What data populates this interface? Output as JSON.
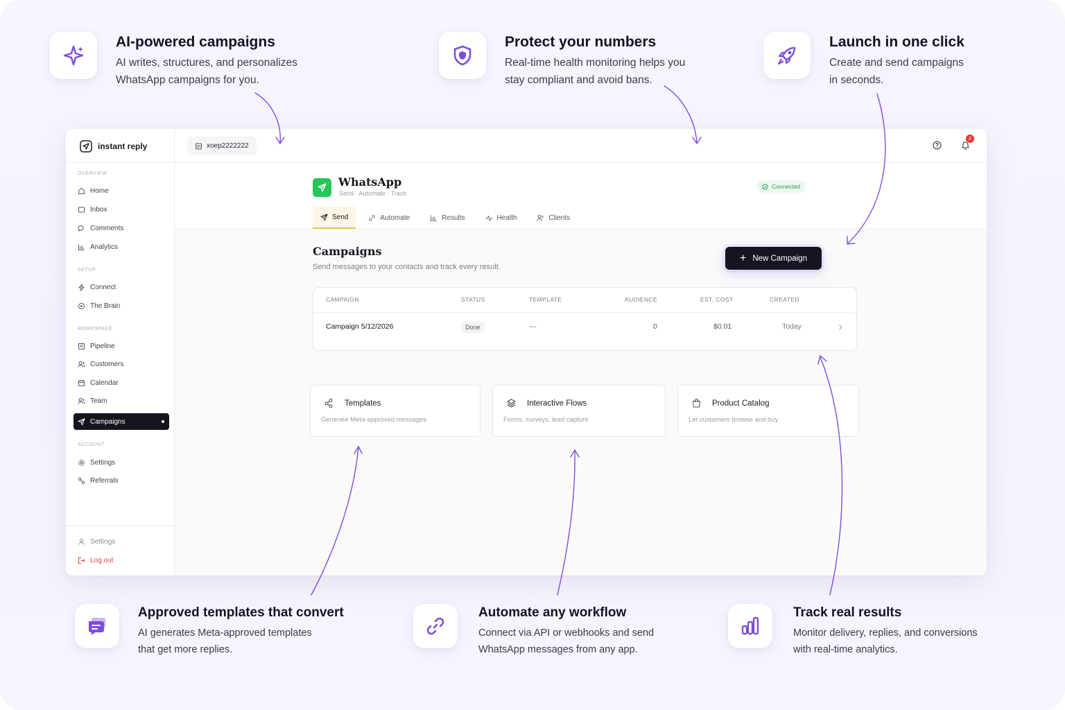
{
  "features": {
    "ai": {
      "title": "AI-powered campaigns",
      "line1": "AI writes, structures, and personalizes",
      "line2": "WhatsApp campaigns for you."
    },
    "protect": {
      "title": "Protect your numbers",
      "line1": "Real-time health monitoring helps you",
      "line2": "stay compliant and avoid bans."
    },
    "launch": {
      "title": "Launch in one click",
      "line1": "Create and send campaigns",
      "line2": "in seconds."
    },
    "templates": {
      "title": "Approved templates that convert",
      "line1": "AI generates Meta-approved templates",
      "line2": "that get more replies."
    },
    "automate": {
      "title": "Automate any workflow",
      "line1": "Connect via API or webhooks and send",
      "line2": "WhatsApp messages from any app."
    },
    "track": {
      "title": "Track real results",
      "line1": "Monitor delivery, replies, and conversions",
      "line2": "with real-time analytics."
    }
  },
  "sidebar": {
    "brand": "instant reply",
    "sections": {
      "overview": "OVERVIEW",
      "setup": "SETUP",
      "workspace": "WORKSPACE",
      "account": "ACCOUNT"
    },
    "items": {
      "home": "Home",
      "inbox": "Inbox",
      "comments": "Comments",
      "analytics": "Analytics",
      "connect": "Connect",
      "brain": "The Brain",
      "pipeline": "Pipeline",
      "customers": "Customers",
      "calendar": "Calendar",
      "team": "Team",
      "campaigns": "Campaigns",
      "settings": "Settings",
      "referrals": "Referrals"
    },
    "footer": {
      "settings": "Settings",
      "logout": "Log out"
    }
  },
  "topbar": {
    "account": "xoep2222222",
    "notifications_count": "2"
  },
  "channel": {
    "name": "WhatsApp",
    "tagline": "Send · Automate · Track",
    "status": "Connected",
    "tabs": {
      "send": "Send",
      "automate": "Automate",
      "results": "Results",
      "health": "Health",
      "clients": "Clients"
    }
  },
  "campaigns": {
    "title": "Campaigns",
    "subtitle": "Send messages to your contacts and track every result.",
    "new_button": "New Campaign",
    "columns": {
      "campaign": "CAMPAIGN",
      "status": "STATUS",
      "template": "TEMPLATE",
      "audience": "AUDIENCE",
      "cost": "EST. COST",
      "created": "CREATED"
    },
    "row": {
      "name": "Campaign 5/12/2026",
      "status": "Done",
      "template": "—",
      "audience": "0",
      "cost": "$0.01",
      "created": "Today"
    }
  },
  "cards": {
    "templates": {
      "title": "Templates",
      "desc": "Generate Meta-approved messages"
    },
    "flows": {
      "title": "Interactive Flows",
      "desc": "Forms, surveys, lead capture"
    },
    "catalog": {
      "title": "Product Catalog",
      "desc": "Let customers browse and buy"
    }
  },
  "colors": {
    "accent": "#7c4ddb",
    "dark": "#151520",
    "whatsapp": "#27c65c",
    "connected": "#2f9a54",
    "logout": "#e0483e",
    "badge": "#e53935"
  }
}
